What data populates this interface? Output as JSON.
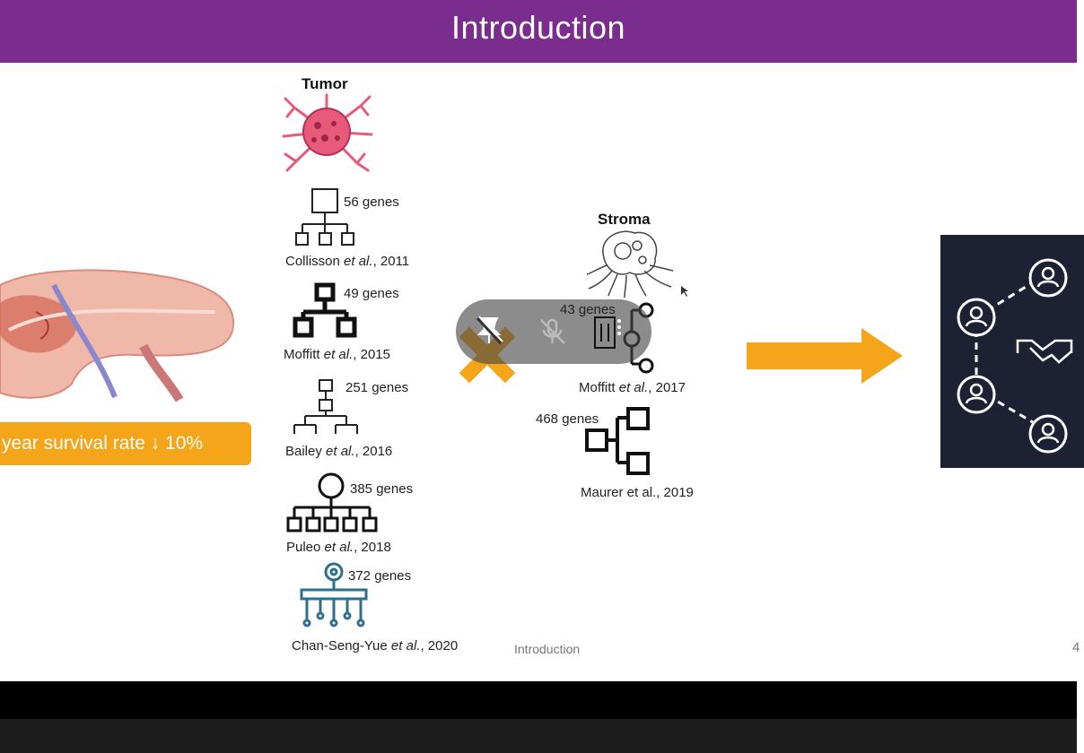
{
  "slide": {
    "title": "Introduction",
    "footer": "Introduction",
    "page_number": "4"
  },
  "survival_box": {
    "text": "year survival rate ↓ 10%"
  },
  "tumor": {
    "label": "Tumor",
    "studies": [
      {
        "genes": "56 genes",
        "citation_author": "Collisson ",
        "citation_etal": "et al.",
        "citation_year": ", 2011"
      },
      {
        "genes": "49 genes",
        "citation_author": "Moffitt ",
        "citation_etal": "et al.",
        "citation_year": ", 2015"
      },
      {
        "genes": "251 genes",
        "citation_author": "Bailey ",
        "citation_etal": "et al.",
        "citation_year": ", 2016"
      },
      {
        "genes": "385 genes",
        "citation_author": "Puleo ",
        "citation_etal": "et al.",
        "citation_year": ", 2018"
      },
      {
        "genes": "372 genes",
        "citation_author": "Chan-Seng-Yue ",
        "citation_etal": "et al.",
        "citation_year": ", 2020"
      }
    ]
  },
  "stroma": {
    "label": "Stroma",
    "studies": [
      {
        "genes": "43 genes",
        "citation_author": "Moffitt ",
        "citation_etal": "et al.",
        "citation_year": ", 2017"
      },
      {
        "genes": "468 genes",
        "citation": "Maurer et al., 2019"
      }
    ]
  },
  "colors": {
    "header": "#7a2d8c",
    "accent_orange": "#f5a51a",
    "tumor_pink": "#e85a7a",
    "teal_tree": "#2e6f8f",
    "dark_panel": "#1c2233"
  },
  "icons": {
    "overlay": [
      "pin-off-icon",
      "mic-off-icon",
      "menu-icon"
    ]
  }
}
